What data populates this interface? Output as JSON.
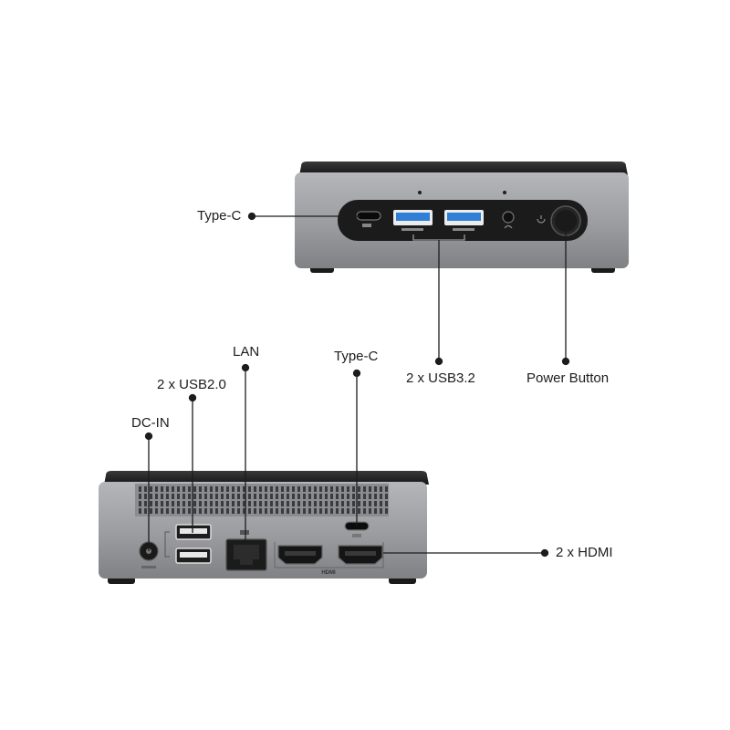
{
  "front_view": {
    "labels": {
      "type_c": "Type-C",
      "usb32": "2 x USB3.2",
      "power_button": "Power Button"
    }
  },
  "rear_view": {
    "labels": {
      "dc_in": "DC-IN",
      "usb20": "2 x USB2.0",
      "lan": "LAN",
      "type_c": "Type-C",
      "hdmi": "2 x HDMI"
    },
    "port_markings": {
      "hdmi": "HDMI"
    }
  },
  "colors": {
    "chassis": "#8f9194",
    "chassis_light": "#a9abae",
    "top_lid": "#2b2b2b",
    "panel": "#1b1b1b",
    "usb3_blue": "#2f7fd6",
    "callout": "#1c1c1c"
  }
}
